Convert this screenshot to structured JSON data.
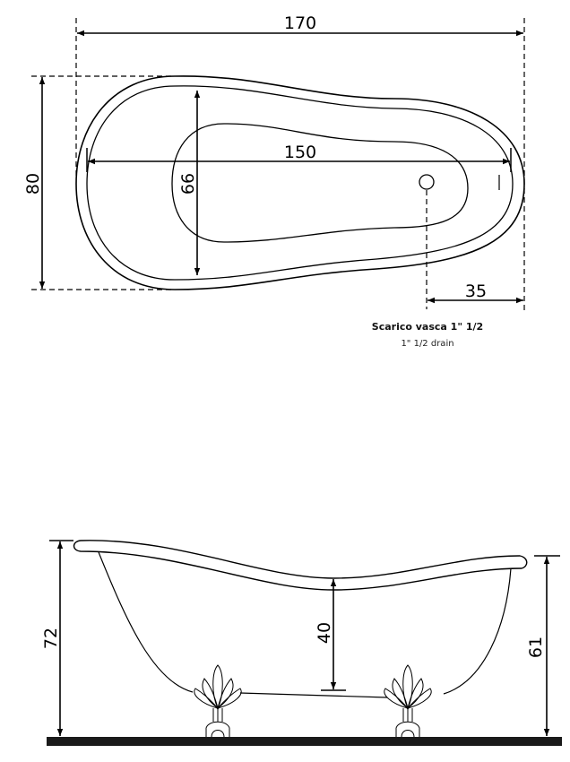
{
  "top_view": {
    "dim_overall_length": "170",
    "dim_inner_length": "150",
    "dim_overall_width": "80",
    "dim_inner_width": "66",
    "dim_drain_offset": "35",
    "drain_label_it": "Scarico vasca 1\" 1/2",
    "drain_label_en": "1\" 1/2  drain"
  },
  "side_view": {
    "dim_height_left": "72",
    "dim_depth": "40",
    "dim_height_right": "61"
  }
}
